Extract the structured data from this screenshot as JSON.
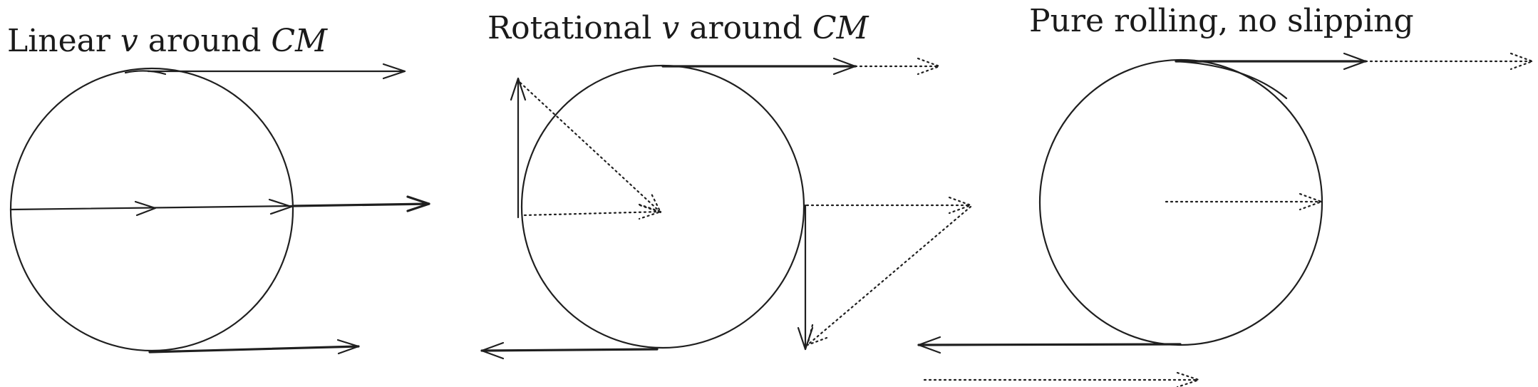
{
  "panels": [
    {
      "title_prefix": "Linear ",
      "title_var": "v",
      "title_mid": " around ",
      "title_cm": "CM"
    },
    {
      "title_prefix": "Rotational ",
      "title_var": "v",
      "title_mid": " around ",
      "title_cm": "CM"
    },
    {
      "title_text": "Pure rolling, no slipping"
    }
  ],
  "style": {
    "ink_color": "#1f1f1f",
    "background": "#ffffff",
    "line_styles": [
      "solid",
      "dotted"
    ]
  }
}
